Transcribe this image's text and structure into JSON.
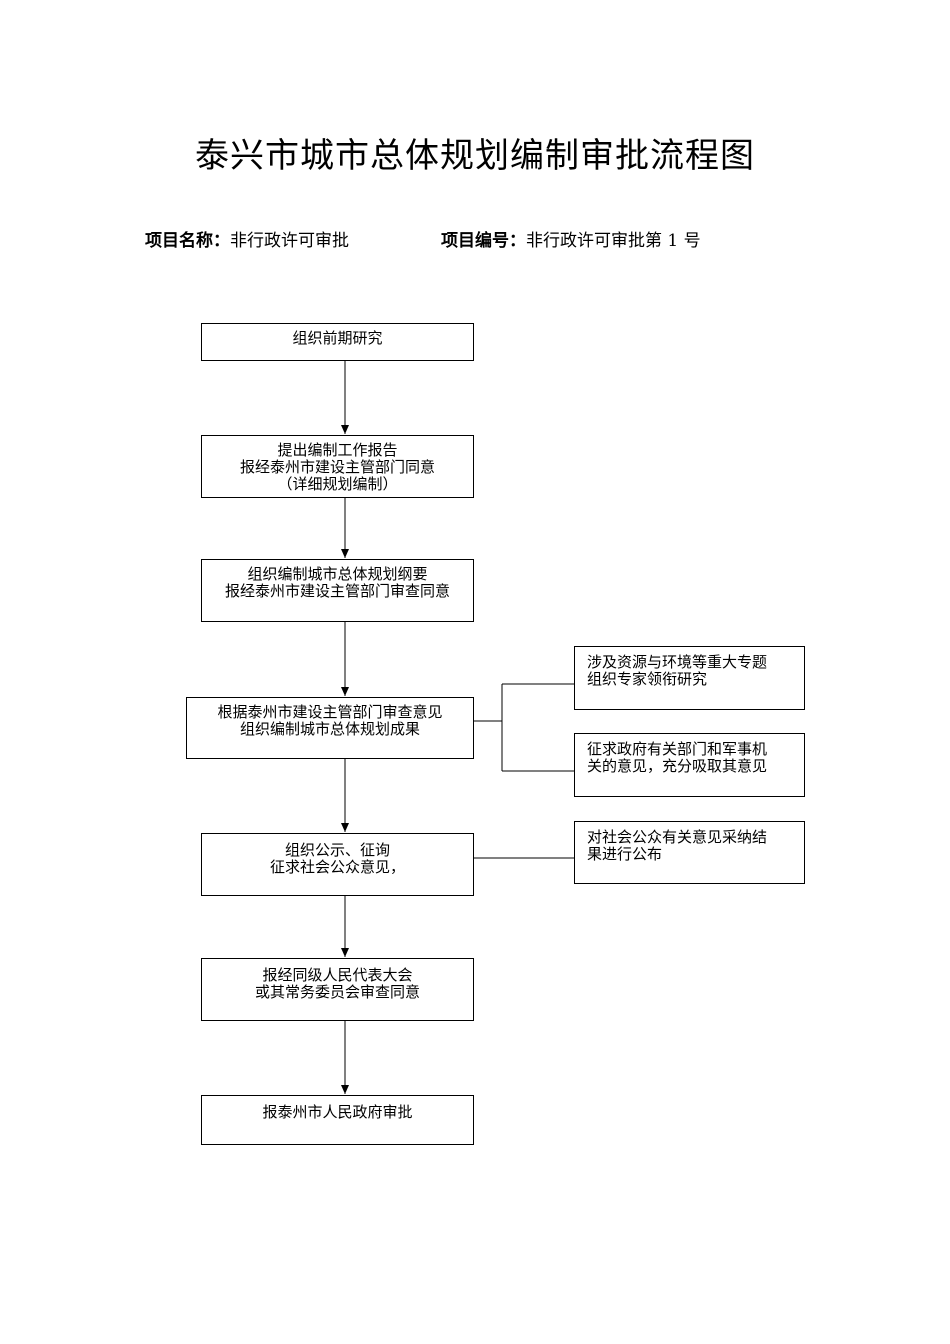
{
  "title": "泰兴市城市总体规划编制审批流程图",
  "project": {
    "name_label": "项目名称：",
    "name_value": "非行政许可审批",
    "number_label": "项目编号：",
    "number_value": "非行政许可审批第 1 号"
  },
  "steps": [
    {
      "lines": [
        "组织前期研究"
      ]
    },
    {
      "lines": [
        "提出编制工作报告",
        "报经泰州市建设主管部门同意",
        "（详细规划编制）"
      ]
    },
    {
      "lines": [
        "组织编制城市总体规划纲要",
        "报经泰州市建设主管部门审查同意"
      ]
    },
    {
      "lines": [
        "根据泰州市建设主管部门审查意见",
        "组织编制城市总体规划成果"
      ]
    },
    {
      "lines": [
        "组织公示、征询",
        "征求社会公众意见，"
      ]
    },
    {
      "lines": [
        "报经同级人民代表大会",
        "或其常务委员会审查同意"
      ]
    },
    {
      "lines": [
        "报泰州市人民政府审批"
      ]
    }
  ],
  "side_notes": [
    {
      "lines": [
        "涉及资源与环境等重大专题",
        "组织专家领衔研究"
      ]
    },
    {
      "lines": [
        "征求政府有关部门和军事机",
        "关的意见，充分吸取其意见"
      ]
    },
    {
      "lines": [
        "对社会公众有关意见采纳结",
        "果进行公布"
      ]
    }
  ]
}
